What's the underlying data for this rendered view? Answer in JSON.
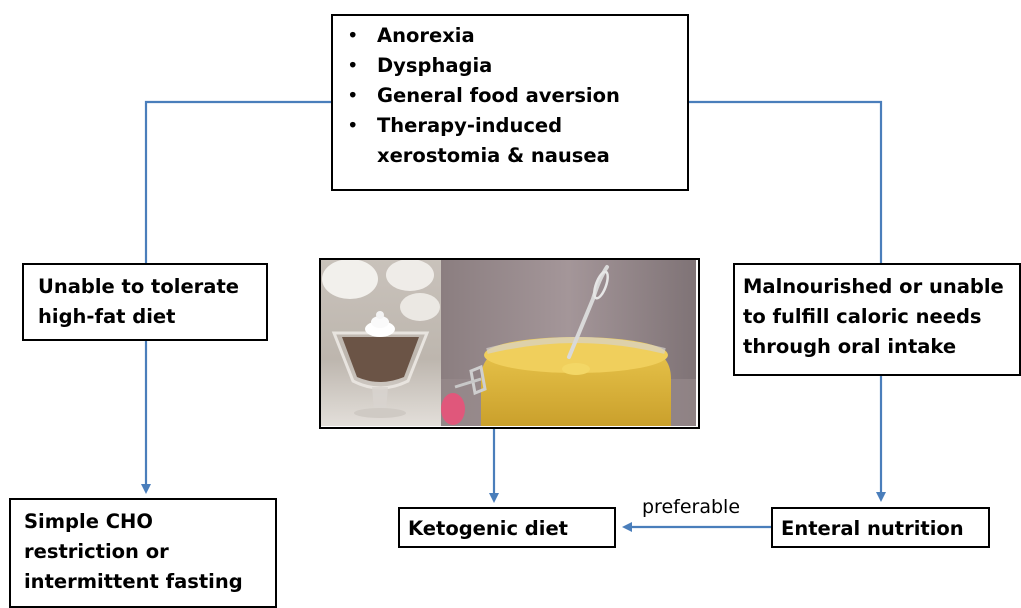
{
  "top_box": {
    "items": [
      "Anorexia",
      "Dysphagia",
      "General food aversion",
      "Therapy-induced"
    ],
    "item4_cont": "xerostomia & nausea"
  },
  "left_box": {
    "line1": "Unable to tolerate",
    "line2": "high-fat diet"
  },
  "right_box": {
    "line1": "Malnourished or unable",
    "line2": "to fulfill caloric needs",
    "line3": "through oral intake"
  },
  "simple_box": {
    "line1": "Simple CHO",
    "line2": "restriction or",
    "line3": "intermittent fasting"
  },
  "keto_box": {
    "label": "Ketogenic diet"
  },
  "enteral_box": {
    "label": "Enteral nutrition"
  },
  "arrow_label": "preferable",
  "colors": {
    "connector": "#4a7ebb",
    "border": "#000000"
  }
}
